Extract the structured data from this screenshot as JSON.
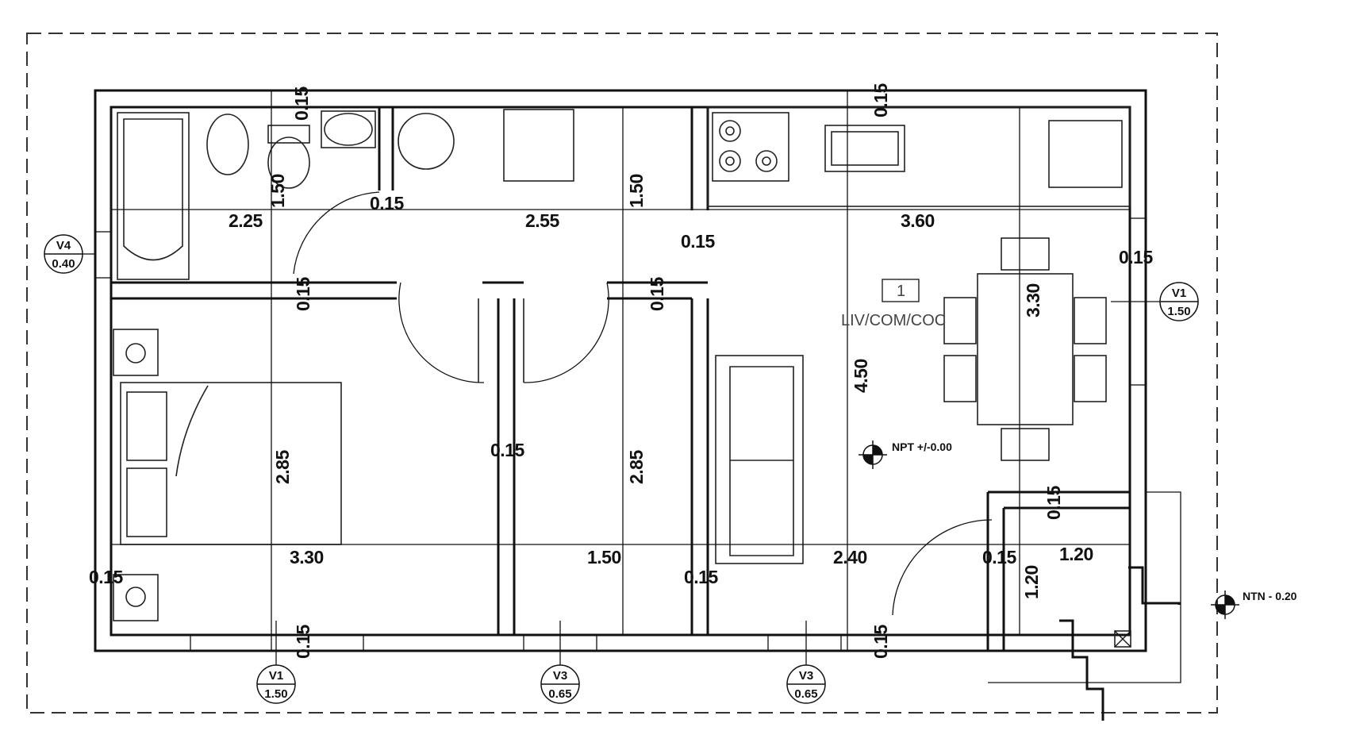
{
  "room": {
    "number": "1",
    "name": "LIV/COM/COC"
  },
  "levels": {
    "npt": "NPT +/-0.00",
    "ntn": "NTN - 0.20"
  },
  "dimensions": {
    "bath_top_wall": "0.15",
    "bath_height": "1.50",
    "bath_width": "2.25",
    "bath_wall_right": "0.15",
    "hall_width": "2.55",
    "hall_height": "1.50",
    "kitchen_wall": "0.15",
    "kitchen_top_wall": "0.15",
    "kitchen_width": "3.60",
    "right_wall": "0.15",
    "table_zone": "3.30",
    "living_depth": "4.50",
    "mid_wall_left": "0.15",
    "mid_wall_right": "0.15",
    "bedroom_mid_wall": "0.15",
    "bedroom1_depth": "2.85",
    "bedroom2_depth": "2.85",
    "bedroom1_width": "3.30",
    "bedroom2_width": "1.50",
    "living_width": "2.40",
    "left_wall": "0.15",
    "bedroom_wall_right": "0.15",
    "entry_wall": "0.15",
    "entry_width": "1.20",
    "entry_depth": "1.20",
    "entry_stair_wall": "0.15",
    "bottom_wall_left": "0.15",
    "bottom_wall_right": "0.15"
  },
  "windows": [
    {
      "code": "V4",
      "size": "0.40"
    },
    {
      "code": "V1",
      "size": "1.50"
    },
    {
      "code": "V1",
      "size": "1.50"
    },
    {
      "code": "V3",
      "size": "0.65"
    },
    {
      "code": "V3",
      "size": "0.65"
    }
  ]
}
